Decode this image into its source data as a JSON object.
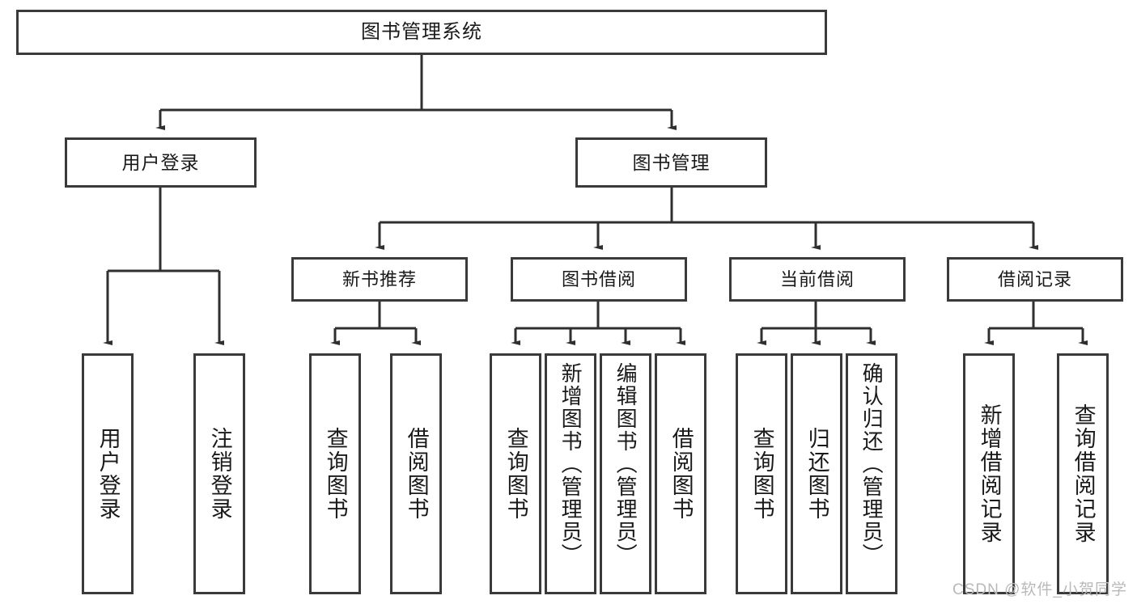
{
  "diagram": {
    "type": "tree-hierarchy",
    "title": "图书管理系统",
    "watermark": "CSDN @软件_小贺同学",
    "colors": {
      "stroke": "#3a3a3a",
      "fill": "#ffffff",
      "text": "#1a1a1a",
      "watermark": "#b9b9b9"
    },
    "root": {
      "label": "图书管理系统"
    },
    "level1": [
      {
        "label": "用户登录"
      },
      {
        "label": "图书管理"
      }
    ],
    "level2": [
      {
        "label": "新书推荐"
      },
      {
        "label": "图书借阅"
      },
      {
        "label": "当前借阅"
      },
      {
        "label": "借阅记录"
      }
    ],
    "leaves": {
      "user_login": [
        {
          "label": "用户登录"
        },
        {
          "label": "注销登录"
        }
      ],
      "new_book_recommend": [
        {
          "label": "查询图书"
        },
        {
          "label": "借阅图书"
        }
      ],
      "book_borrow": [
        {
          "label": "查询图书"
        },
        {
          "label": "新增图书（管理员）"
        },
        {
          "label": "编辑图书（管理员）"
        },
        {
          "label": "借阅图书"
        }
      ],
      "current_borrow": [
        {
          "label": "查询图书"
        },
        {
          "label": "归还图书"
        },
        {
          "label": "确认归还（管理员）"
        }
      ],
      "borrow_record": [
        {
          "label": "新增借阅记录"
        },
        {
          "label": "查询借阅记录"
        }
      ]
    }
  }
}
